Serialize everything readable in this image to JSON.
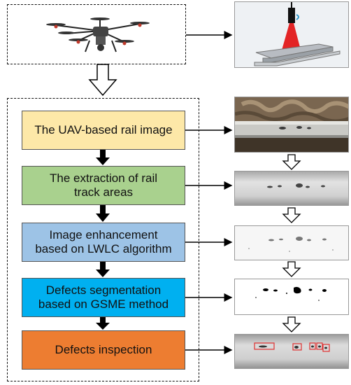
{
  "steps": [
    {
      "line1": "The UAV-based rail image",
      "line2": "",
      "color": "#fde8a8"
    },
    {
      "line1": "The  extraction of rail",
      "line2": "track areas",
      "color": "#a9d18e"
    },
    {
      "line1": "Image enhancement",
      "line2": "based on LWLC algorithm",
      "color": "#9dc3e6"
    },
    {
      "line1": "Defects segmentation",
      "line2": "based on GSME method",
      "color": "#00b0f0"
    },
    {
      "line1": "Defects inspection",
      "line2": "",
      "color": "#ed7d31"
    }
  ],
  "icons": {
    "drone": "drone-icon",
    "camera_rig": "rail-camera-icon"
  },
  "colors": {
    "detection_box": "#e03030",
    "laser": "#e00000"
  }
}
